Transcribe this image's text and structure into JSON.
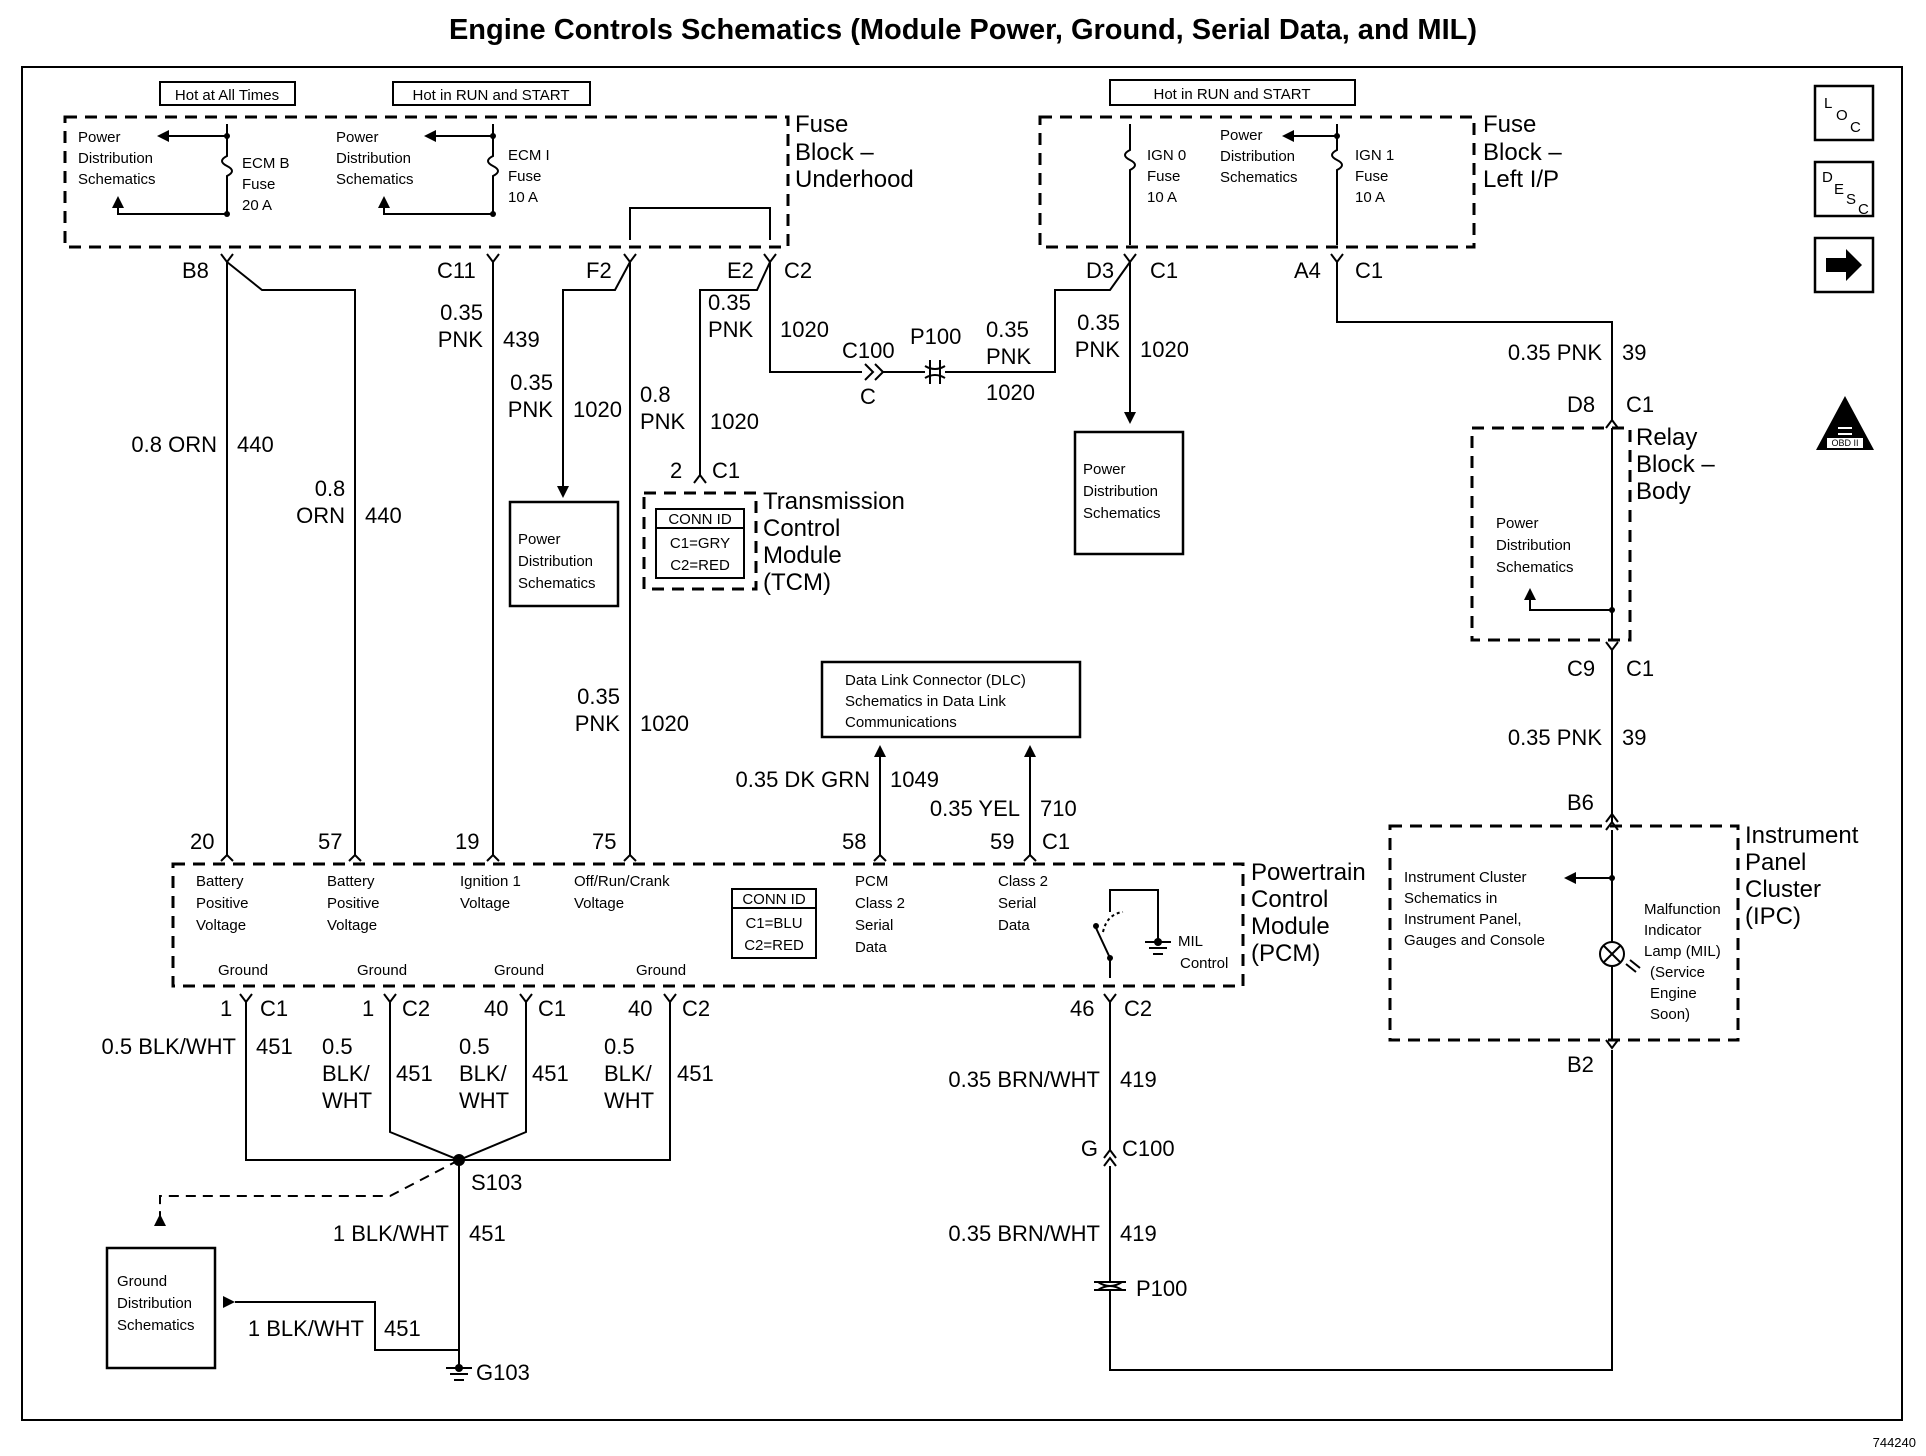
{
  "title": "Engine Controls Schematics (Module Power, Ground, Serial Data, and MIL)",
  "figure_number": "744240",
  "side_icons": {
    "loc": [
      "L",
      "O",
      "C"
    ],
    "desc": [
      "D",
      "E",
      "S",
      "C"
    ],
    "arrow": "➔",
    "obd": "OBD II"
  },
  "power_tags": {
    "hot_all_times": "Hot at All Times",
    "hot_run_start_1": "Hot in RUN and START",
    "hot_run_start_2": "Hot in RUN and START"
  },
  "fuse_block_underhood": {
    "label": [
      "Fuse",
      "Block –",
      "Underhood"
    ],
    "pds_1": [
      "Power",
      "Distribution",
      "Schematics"
    ],
    "fuse_ecmb": [
      "ECM B",
      "Fuse",
      "20 A"
    ],
    "pds_2": [
      "Power",
      "Distribution",
      "Schematics"
    ],
    "fuse_ecmi": [
      "ECM I",
      "Fuse",
      "10 A"
    ],
    "pins": [
      "B8",
      "C11",
      "F2",
      "E2",
      "C2"
    ]
  },
  "fuse_block_ip": {
    "label": [
      "Fuse",
      "Block –",
      "Left I/P"
    ],
    "fuse_ign0": [
      "IGN 0",
      "Fuse",
      "10 A"
    ],
    "pds": [
      "Power",
      "Distribution",
      "Schematics"
    ],
    "fuse_ign1": [
      "IGN 1",
      "Fuse",
      "10 A"
    ],
    "pins": [
      "D3",
      "C1",
      "A4",
      "C1"
    ]
  },
  "wires": {
    "w440a": [
      "0.8 ORN",
      "440"
    ],
    "w440b": [
      "0.8",
      "ORN",
      "440"
    ],
    "w439": [
      "0.35",
      "PNK",
      "439"
    ],
    "w1020_f2": [
      "0.35",
      "PNK",
      "1020"
    ],
    "w1020_tcm": [
      "0.8",
      "PNK",
      "1020"
    ],
    "w1020_e2": [
      "0.35",
      "PNK",
      "1020"
    ],
    "w1020_c100": [
      "0.35",
      "PNK",
      "1020"
    ],
    "w1020_d3": [
      "0.35",
      "PNK",
      "1020"
    ],
    "w1020_pcm": [
      "0.35",
      "PNK",
      "1020"
    ],
    "w39_a": [
      "0.35 PNK",
      "39"
    ],
    "w39_b": [
      "0.35 PNK",
      "39"
    ],
    "w1049": [
      "0.35 DK GRN",
      "1049"
    ],
    "w710": [
      "0.35 YEL",
      "710"
    ],
    "w451_1": [
      "0.5 BLK/WHT",
      "451"
    ],
    "w451_2": [
      "0.5",
      "BLK/",
      "WHT",
      "451"
    ],
    "w451_3": [
      "0.5",
      "BLK/",
      "WHT",
      "451"
    ],
    "w451_4": [
      "0.5",
      "BLK/",
      "WHT",
      "451"
    ],
    "w451_s": [
      "1 BLK/WHT",
      "451"
    ],
    "w451_g": [
      "1 BLK/WHT",
      "451"
    ],
    "w419_a": [
      "0.35 BRN/WHT",
      "419"
    ],
    "w419_b": [
      "0.35 BRN/WHT",
      "419"
    ]
  },
  "connectors": {
    "c100": "C100",
    "c100_pin": "C",
    "p100": "P100",
    "g": "G",
    "c100_b": "C100",
    "p100_b": "P100"
  },
  "pds_boxes": {
    "f2": [
      "Power",
      "Distribution",
      "Schematics"
    ],
    "d3": [
      "Power",
      "Distribution",
      "Schematics"
    ],
    "relay": [
      "Power",
      "Distribution",
      "Schematics"
    ],
    "ground": [
      "Ground",
      "Distribution",
      "Schematics"
    ]
  },
  "tcm": {
    "pin": "2",
    "conn": "C1",
    "conn_id": "CONN ID",
    "c1": "C1=GRY",
    "c2": "C2=RED",
    "label": [
      "Transmission",
      "Control",
      "Module",
      "(TCM)"
    ]
  },
  "relay_block": {
    "label": [
      "Relay",
      "Block –",
      "Body"
    ],
    "pin_top": "D8",
    "conn_top": "C1",
    "pin_bot": "C9",
    "conn_bot": "C1"
  },
  "dlc": [
    "Data Link Connector (DLC)",
    "Schematics in Data Link",
    "Communications"
  ],
  "pcm": {
    "label": [
      "Powertrain",
      "Control",
      "Module",
      "(PCM)"
    ],
    "pins_top": [
      "20",
      "57",
      "19",
      "75",
      "58",
      "59",
      "C1"
    ],
    "inputs": {
      "bat1": [
        "Battery",
        "Positive",
        "Voltage"
      ],
      "bat2": [
        "Battery",
        "Positive",
        "Voltage"
      ],
      "ign": [
        "Ignition 1",
        "Voltage"
      ],
      "orc": [
        "Off/Run/Crank",
        "Voltage"
      ],
      "sd1": [
        "PCM",
        "Class 2",
        "Serial",
        "Data"
      ],
      "sd2": [
        "Class 2",
        "Serial",
        "Data"
      ]
    },
    "conn_id": "CONN ID",
    "c1": "C1=BLU",
    "c2": "C2=RED",
    "grounds": [
      "Ground",
      "Ground",
      "Ground",
      "Ground"
    ],
    "pins_bot": [
      [
        "1",
        "C1"
      ],
      [
        "1",
        "C2"
      ],
      [
        "40",
        "C1"
      ],
      [
        "40",
        "C2"
      ]
    ],
    "mil": [
      "MIL",
      "Control"
    ],
    "pin_mil": [
      "46",
      "C2"
    ]
  },
  "ipc": {
    "label": [
      "Instrument",
      "Panel",
      "Cluster",
      "(IPC)"
    ],
    "pin_top": "B6",
    "pin_bot": "B2",
    "schem": [
      "Instrument Cluster",
      "Schematics in",
      "Instrument Panel,",
      "Gauges and Console"
    ],
    "mil": [
      "Malfunction",
      "Indicator",
      "Lamp (MIL)",
      "(Service",
      "Engine",
      "Soon)"
    ]
  },
  "splice": "S103",
  "ground_point": "G103"
}
